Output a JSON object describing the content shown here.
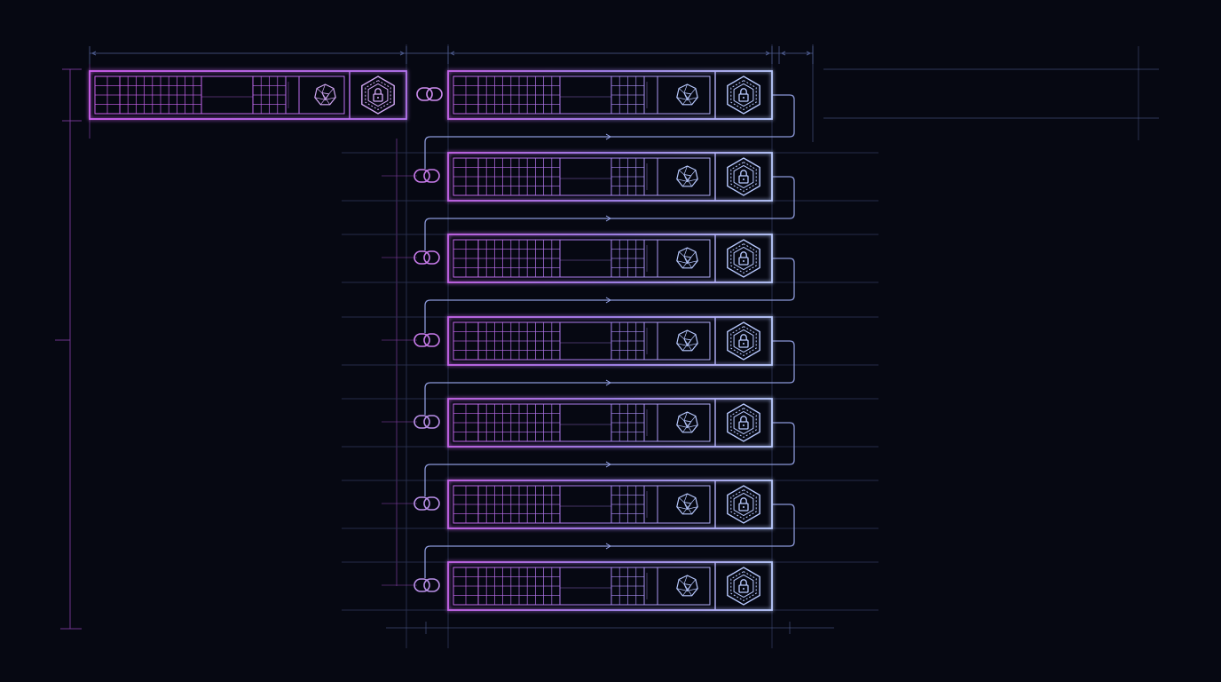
{
  "diagram": {
    "palette": {
      "background": "#060812",
      "magenta": "#c15fe8",
      "violet": "#a27bf3",
      "lavender": "#9aa8ee",
      "ice": "#b8c9ff",
      "guide_magenta": "#7a3a9a",
      "guide_blue": "#4c5a8c",
      "guide_dim": "#2b3150"
    },
    "blocks": [
      {
        "id": "block-0",
        "lock_icon": "shield-lock-icon",
        "gem_icon": "polyhedron-icon",
        "chain_icon": "chain-link-icon"
      },
      {
        "id": "block-1",
        "lock_icon": "shield-lock-icon",
        "gem_icon": "polyhedron-icon",
        "chain_icon": "chain-link-icon"
      },
      {
        "id": "block-2",
        "lock_icon": "shield-lock-icon",
        "gem_icon": "polyhedron-icon",
        "chain_icon": "chain-link-icon"
      },
      {
        "id": "block-3",
        "lock_icon": "shield-lock-icon",
        "gem_icon": "polyhedron-icon",
        "chain_icon": "chain-link-icon"
      },
      {
        "id": "block-4",
        "lock_icon": "shield-lock-icon",
        "gem_icon": "polyhedron-icon",
        "chain_icon": "chain-link-icon"
      },
      {
        "id": "block-5",
        "lock_icon": "shield-lock-icon",
        "gem_icon": "polyhedron-icon",
        "chain_icon": "chain-link-icon"
      },
      {
        "id": "block-6",
        "lock_icon": "shield-lock-icon",
        "gem_icon": "polyhedron-icon",
        "chain_icon": "chain-link-icon"
      },
      {
        "id": "block-7",
        "lock_icon": "shield-lock-icon",
        "gem_icon": "polyhedron-icon",
        "chain_icon": "chain-link-icon"
      }
    ]
  }
}
